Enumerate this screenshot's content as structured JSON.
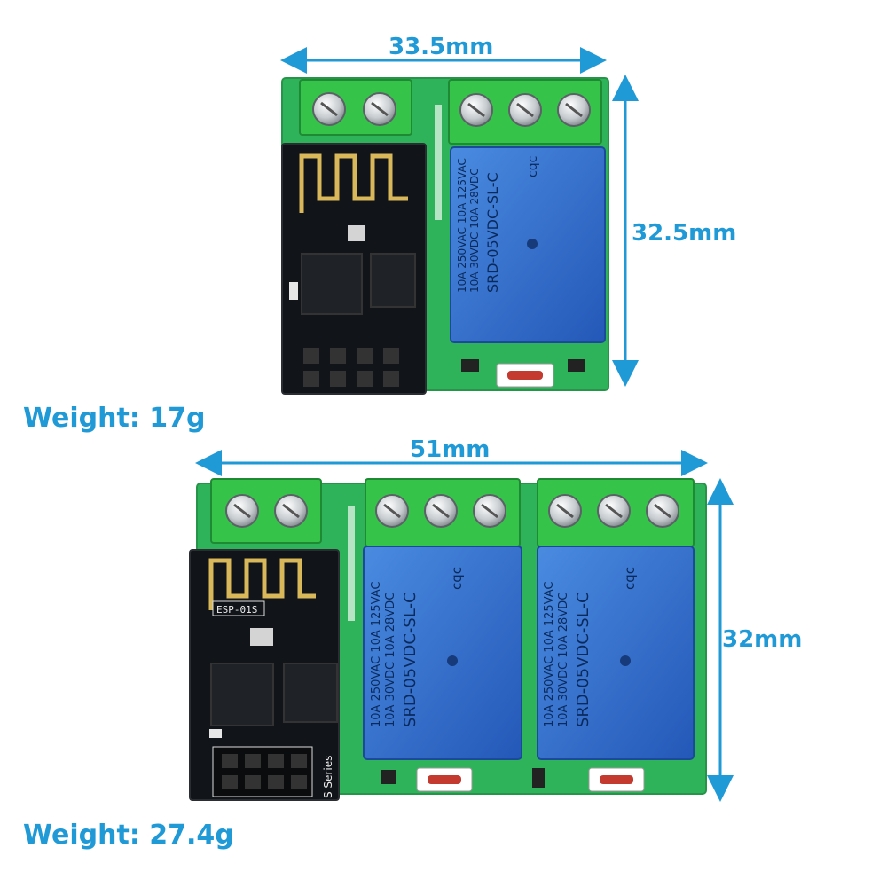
{
  "board1": {
    "width_label": "33.5mm",
    "height_label": "32.5mm",
    "weight_label": "Weight: 17g",
    "relay": {
      "line1": "10A 250VAC  10A 125VAC",
      "line2": "10A 30VDC   10A 28VDC",
      "model": "SRD-05VDC-SL-C",
      "brand": "cqc"
    }
  },
  "board2": {
    "width_label": "51mm",
    "height_label": "32mm",
    "weight_label": "Weight: 27.4g",
    "module_label": "ESP-01S",
    "series_label": "S Series",
    "relay": {
      "line1": "10A 250VAC  10A 125VAC",
      "line2": "10A 30VDC   10A 28VDC",
      "model": "SRD-05VDC-SL-C",
      "brand": "cqc"
    }
  },
  "colors": {
    "accent": "#1f9ad6",
    "pcb": "#2fb35a",
    "terminal": "#36c34a",
    "relay": "#2f6fcf",
    "esp": "#111418"
  }
}
